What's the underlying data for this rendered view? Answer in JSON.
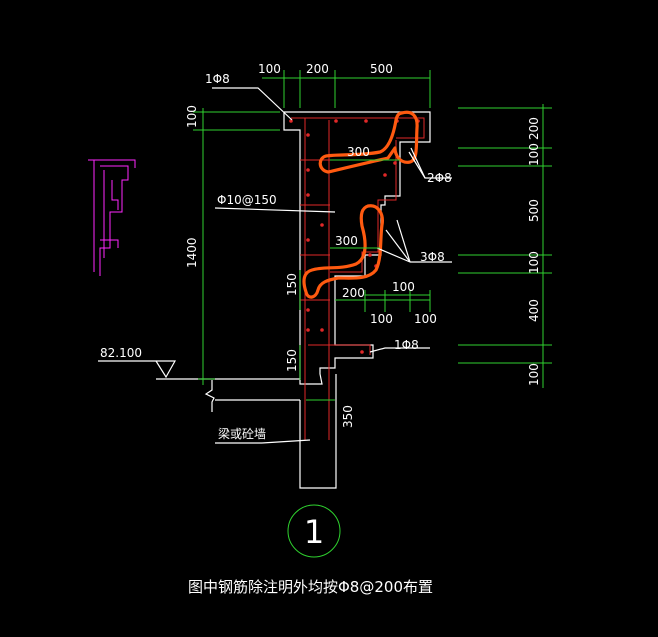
{
  "labels": {
    "rebar_top": "1Φ8",
    "rebar_2": "2Φ8",
    "rebar_3": "3Φ8",
    "rebar_1b": "1Φ8",
    "stirrup": "Φ10@150",
    "elevation": "82.100",
    "wall": "梁或砼墙",
    "detail_no": "1",
    "note": "图中钢筋除注明外均按Φ8@200布置"
  },
  "dims_top": {
    "d1": "100",
    "d2": "200",
    "d3": "500"
  },
  "dims_inner": {
    "d300a": "300",
    "d300b": "300",
    "d200": "200",
    "d100a": "100",
    "d100b": "100",
    "d100c": "100",
    "d150a": "150",
    "d150b": "150",
    "d350": "350"
  },
  "dims_left": {
    "d100": "100",
    "d1400": "1400"
  },
  "dims_right": {
    "r1": "200",
    "r2": "100",
    "r3": "500",
    "r4": "100",
    "r5": "400",
    "r6": "100"
  }
}
